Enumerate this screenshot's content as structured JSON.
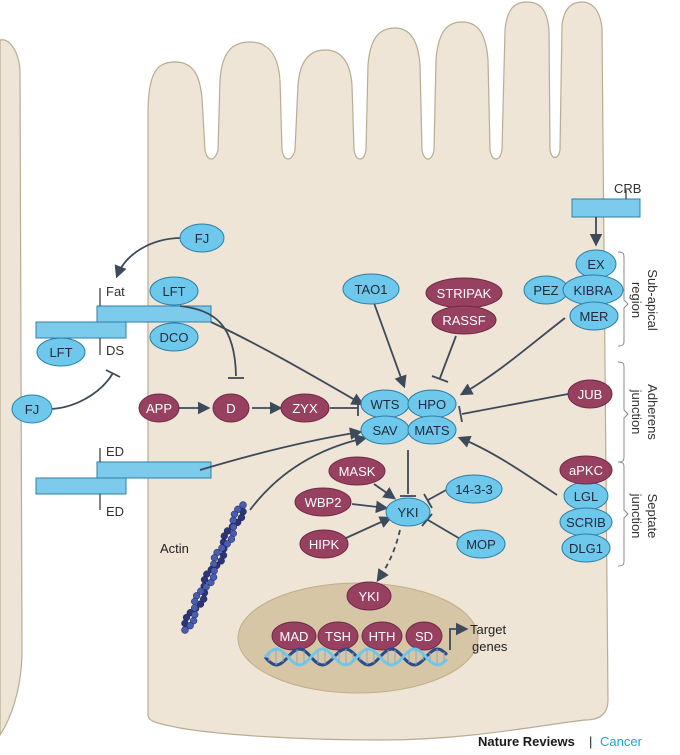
{
  "colors": {
    "cell_fill": "#eee5d6",
    "cell_stroke": "#b9ac94",
    "nucleus_fill": "#d6c6a6",
    "blue_protein": "#6ec8ec",
    "red_protein": "#98405f",
    "receptor": "#7ccbec",
    "arrow": "#3c4a5a",
    "actin": "#33408c",
    "footer_accent": "#1ea6d8"
  },
  "receptors": {
    "crb": "CRB",
    "fat": "Fat",
    "ds": "DS",
    "ed_top": "ED",
    "ed_bottom": "ED"
  },
  "proteins": {
    "fj_top": "FJ",
    "fj_left": "FJ",
    "lft_cell": "LFT",
    "lft_left": "LFT",
    "dco": "DCO",
    "tao1": "TAO1",
    "stripak": "STRIPAK",
    "rassf": "RASSF",
    "ex": "EX",
    "pez": "PEZ",
    "kibra": "KIBRA",
    "mer": "MER",
    "app": "APP",
    "d": "D",
    "zyx": "ZYX",
    "wts": "WTS",
    "hpo": "HPO",
    "sav": "SAV",
    "mats": "MATS",
    "jub": "JUB",
    "mask": "MASK",
    "wbp2": "WBP2",
    "yki": "YKI",
    "yki_nucleus": "YKI",
    "protein_1433": "14-3-3",
    "hipk": "HIPK",
    "mop": "MOP",
    "apkc": "aPKC",
    "lgl": "LGL",
    "scrib": "SCRIB",
    "dlg1": "DLG1",
    "mad": "MAD",
    "tsh": "TSH",
    "hth": "HTH",
    "sd": "SD"
  },
  "labels": {
    "actin": "Actin",
    "target_line1": "Target",
    "target_line2": "genes"
  },
  "regions": {
    "sub_apical_line1": "Sub-apical",
    "sub_apical_line2": "region",
    "adherens_line1": "Adherens",
    "adherens_line2": "junction",
    "septate_line1": "Septate",
    "septate_line2": "junction"
  },
  "footer": {
    "journal": "Nature Reviews",
    "separator": "|",
    "section": "Cancer"
  }
}
